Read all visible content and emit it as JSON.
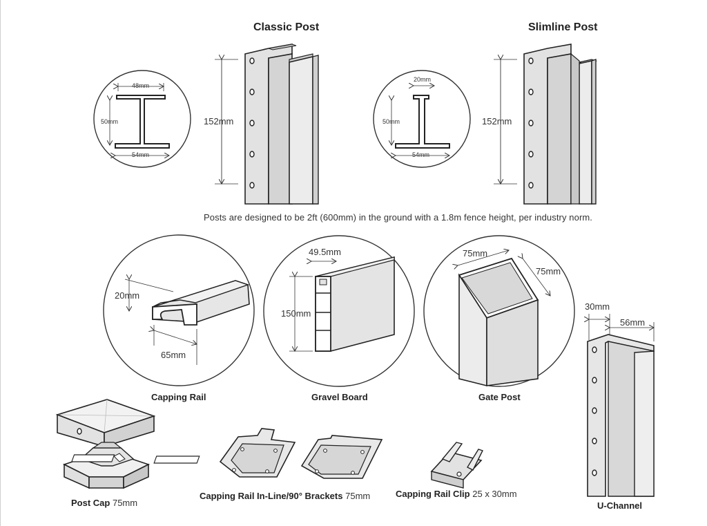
{
  "classic_post": {
    "title": "Classic Post",
    "height": "152mm",
    "flange_top": "48mm",
    "web_height": "50mm",
    "flange_bottom": "54mm"
  },
  "slimline_post": {
    "title": "Slimline Post",
    "height": "152mm",
    "flange_top": "20mm",
    "web_height": "50mm",
    "flange_bottom": "54mm"
  },
  "posts_note": "Posts are designed to be 2ft (600mm) in the ground with a 1.8m fence height, per industry norm.",
  "capping_rail": {
    "label": "Capping Rail",
    "height": "20mm",
    "width": "65mm"
  },
  "gravel_board": {
    "label": "Gravel Board",
    "thickness": "49.5mm",
    "height": "150mm"
  },
  "gate_post": {
    "label": "Gate Post",
    "width_a": "75mm",
    "width_b": "75mm"
  },
  "u_channel": {
    "label": "U-Channel",
    "width_a": "30mm",
    "width_b": "56mm"
  },
  "post_cap": {
    "label": "Post Cap",
    "size": "75mm"
  },
  "brackets": {
    "label": "Capping Rail In-Line/90° Brackets",
    "size": "75mm"
  },
  "rail_clip": {
    "label": "Capping Rail Clip",
    "size": "25 x 30mm"
  },
  "colors": {
    "line": "#2b2b2b",
    "fill_light": "#ececec",
    "fill_mid": "#dcdcdc",
    "fill_dark": "#c8c8c8"
  }
}
